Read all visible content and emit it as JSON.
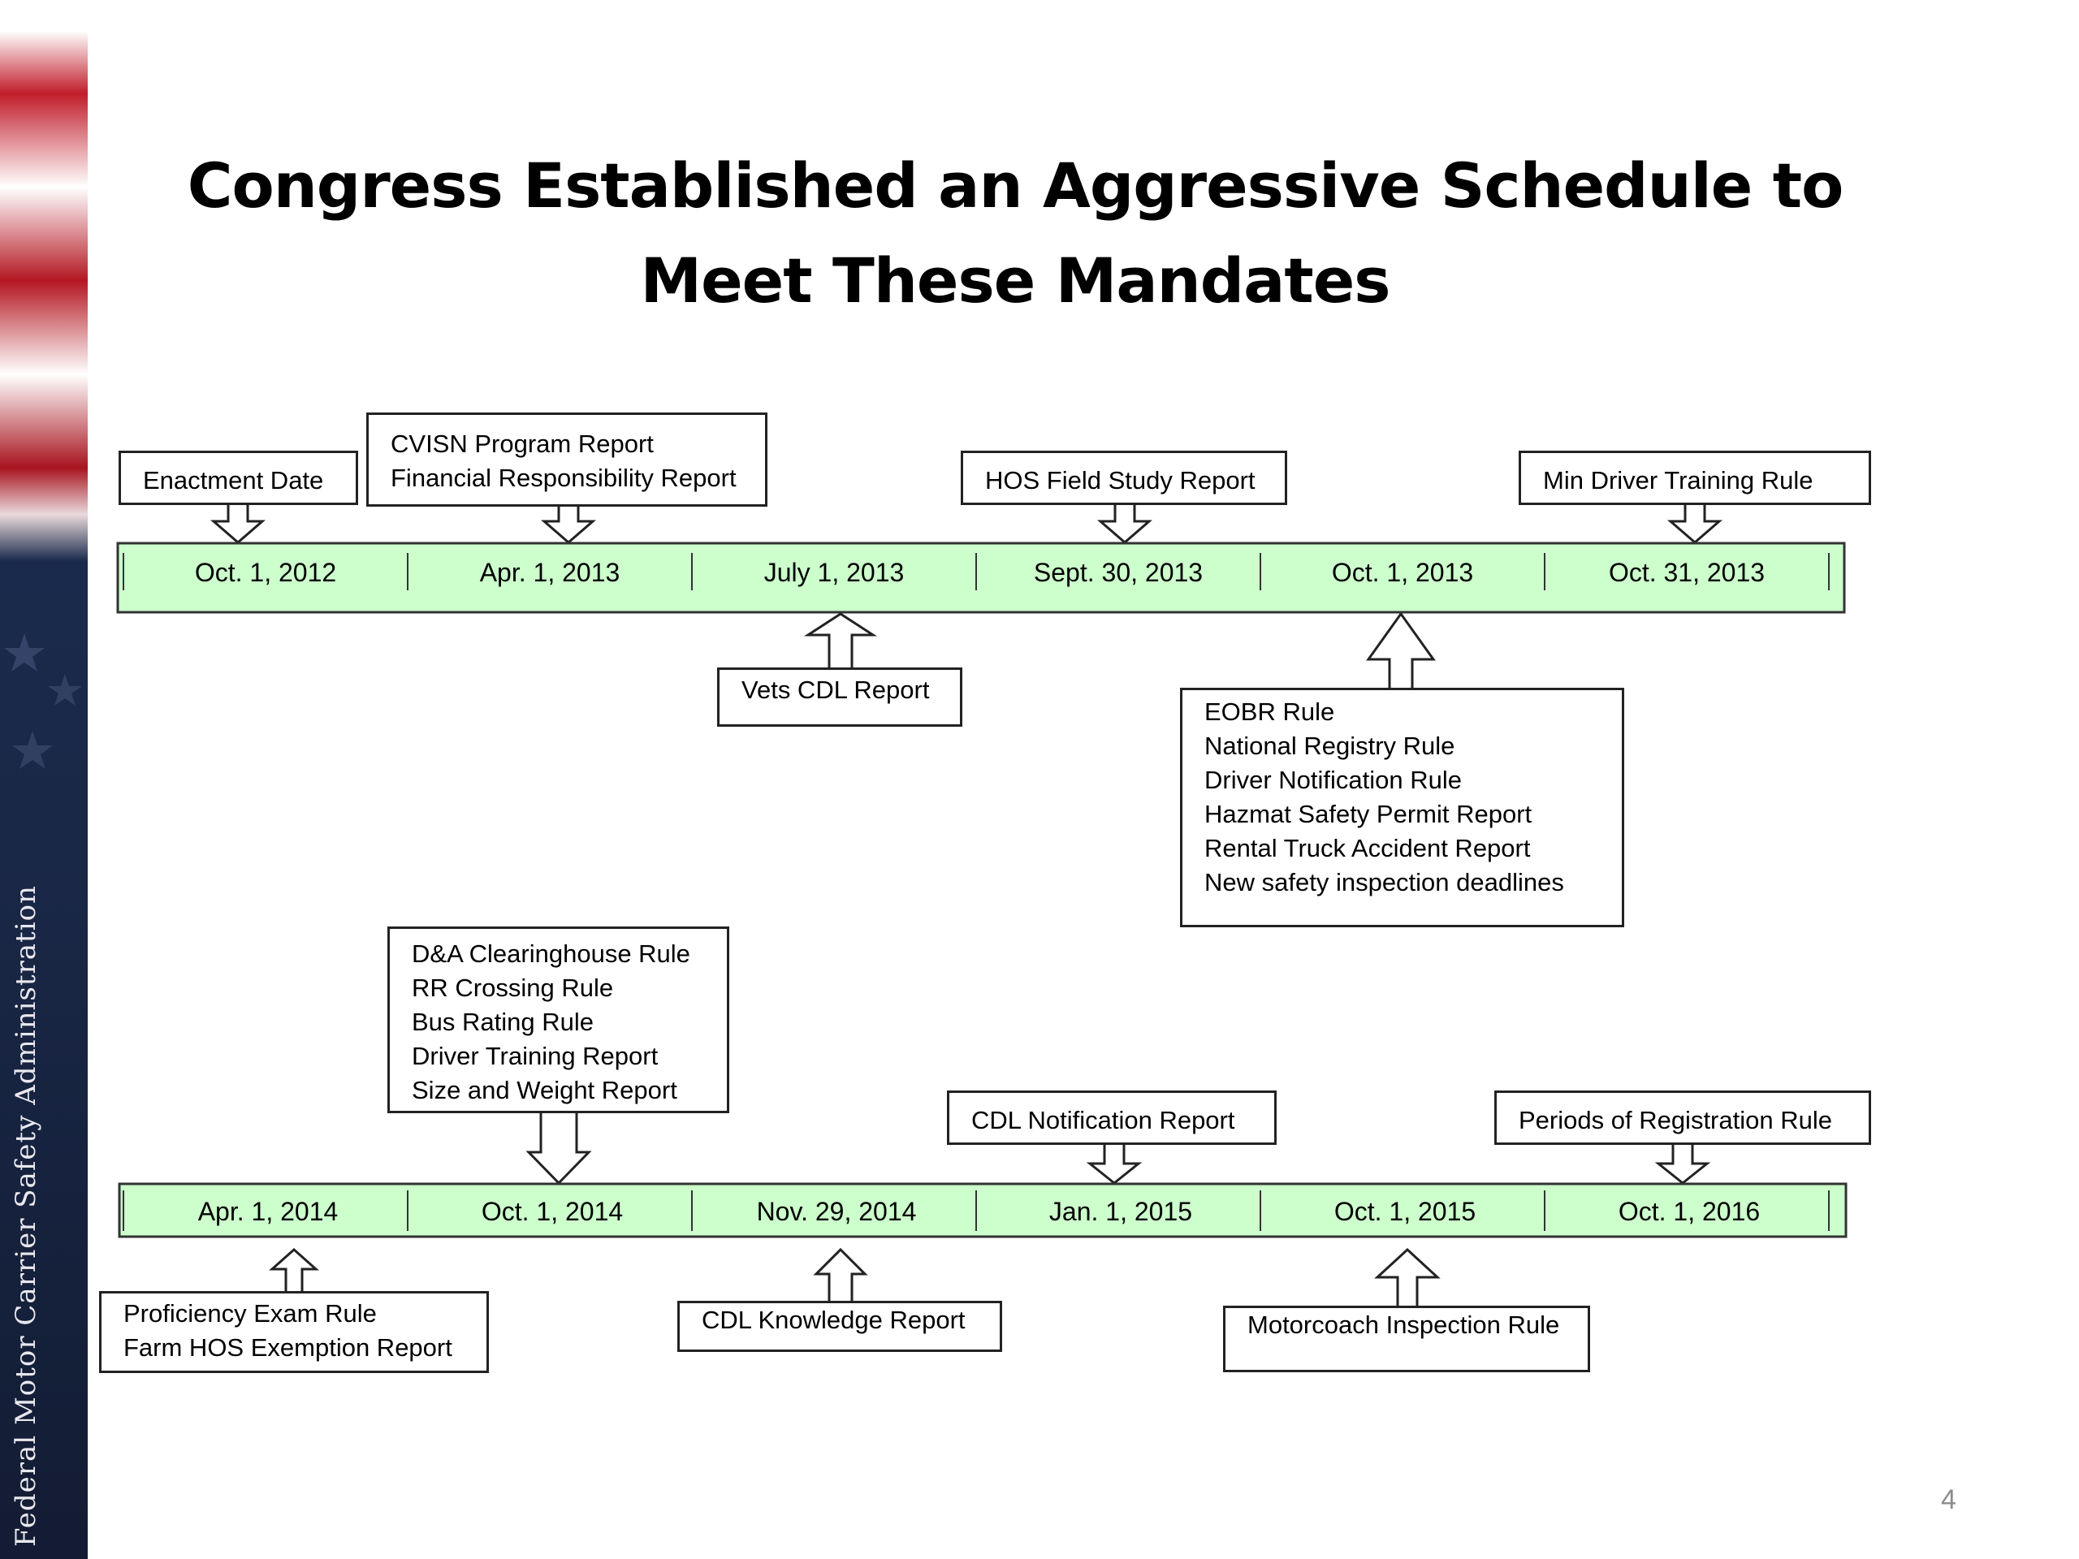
{
  "banner": {
    "vertical_text": "Federal Motor Carrier Safety Administration"
  },
  "title": "Congress Established an Aggressive Schedule to Meet These Mandates",
  "timeline_1": {
    "dates": [
      "Oct. 1, 2012",
      "Apr. 1, 2013",
      "July 1, 2013",
      "Sept. 30, 2013",
      "Oct. 1, 2013",
      "Oct. 31, 2013"
    ],
    "callouts": [
      {
        "date": "Oct. 1, 2012",
        "side": "above",
        "items": [
          "Enactment Date"
        ]
      },
      {
        "date": "Apr. 1, 2013",
        "side": "above",
        "items": [
          "CVISN Program Report",
          "Financial Responsibility Report"
        ]
      },
      {
        "date": "Sept. 30, 2013",
        "side": "above",
        "items": [
          "HOS Field Study Report"
        ]
      },
      {
        "date": "Oct. 31, 2013",
        "side": "above",
        "items": [
          "Min Driver Training Rule"
        ]
      },
      {
        "date": "July 1, 2013",
        "side": "below",
        "items": [
          "Vets CDL Report"
        ]
      },
      {
        "date": "Oct. 1, 2013",
        "side": "below",
        "items": [
          "EOBR Rule",
          "National Registry Rule",
          "Driver Notification Rule",
          "Hazmat Safety Permit Report",
          "Rental Truck Accident Report",
          "New safety inspection deadlines"
        ]
      }
    ]
  },
  "timeline_2": {
    "dates": [
      "Apr. 1, 2014",
      "Oct. 1, 2014",
      "Nov. 29, 2014",
      "Jan. 1, 2015",
      "Oct. 1, 2015",
      "Oct. 1, 2016"
    ],
    "callouts": [
      {
        "date": "Oct. 1, 2014",
        "side": "above",
        "items": [
          "D&A Clearinghouse Rule",
          "RR Crossing Rule",
          "Bus Rating Rule",
          "Driver Training Report",
          "Size and Weight Report"
        ]
      },
      {
        "date": "Jan. 1, 2015",
        "side": "above",
        "items": [
          "CDL Notification Report"
        ]
      },
      {
        "date": "Oct. 1, 2016",
        "side": "above",
        "items": [
          "Periods of Registration Rule"
        ]
      },
      {
        "date": "Apr. 1, 2014",
        "side": "below",
        "items": [
          "Proficiency Exam Rule",
          "Farm HOS Exemption Report"
        ]
      },
      {
        "date": "Nov. 29, 2014",
        "side": "below",
        "items": [
          "CDL Knowledge Report"
        ]
      },
      {
        "date": "Oct. 1, 2015",
        "side": "below",
        "items": [
          "Motorcoach Inspection Rule"
        ]
      }
    ]
  },
  "colors": {
    "timeline_fill": "#ccffcc",
    "banner_red": "#b41722",
    "banner_blue": "#1a2847"
  },
  "page_number": "4"
}
